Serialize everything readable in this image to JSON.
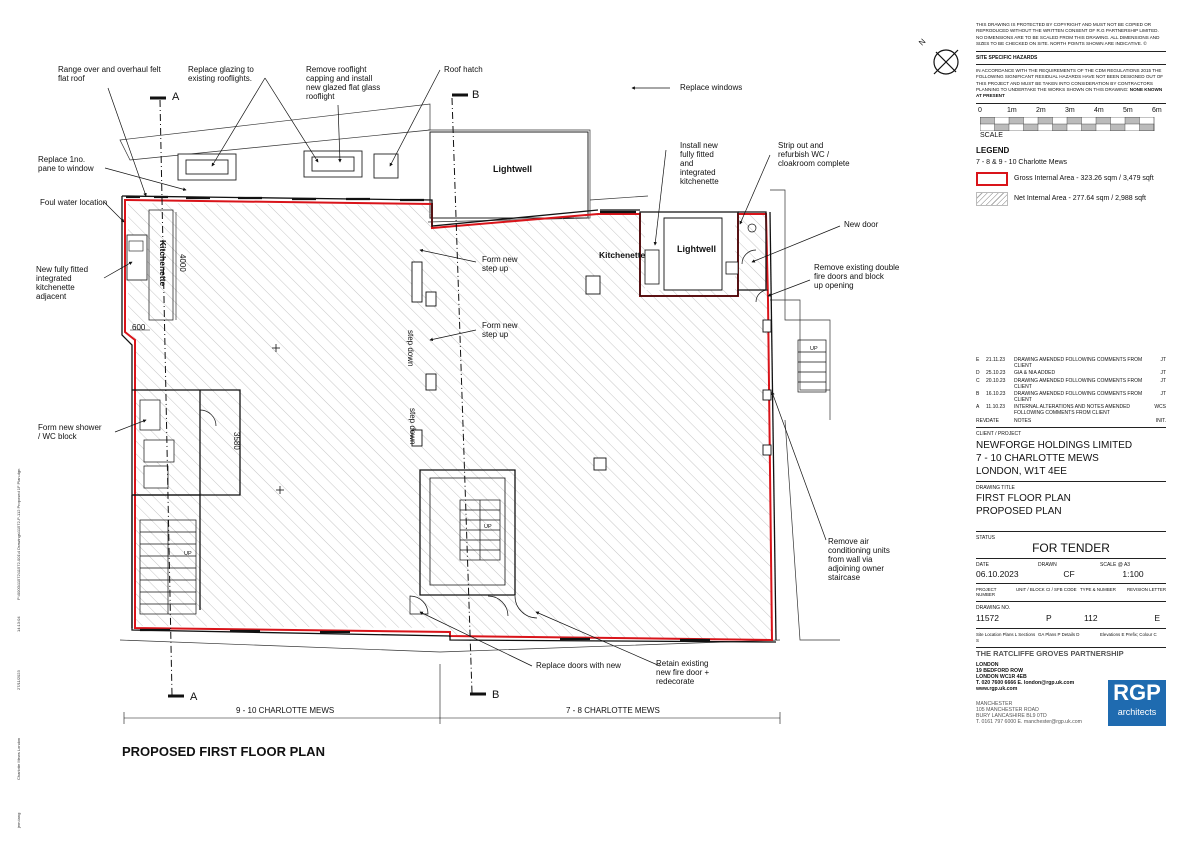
{
  "notes": {
    "range_roof": "Range over and overhaul felt flat roof",
    "replace_glazing": "Replace glazing to existing rooflights.",
    "remove_rooflight": "Remove rooflight capping and install new glazed flat glass rooflight",
    "roof_hatch": "Roof hatch",
    "replace_windows": "Replace windows",
    "replace_pane": "Replace 1no. pane to window",
    "foul_water": "Foul water location",
    "new_kitchenette_adj": "New fully fitted integrated kitchenette adjacent",
    "shower_wc": "Form new shower / WC block",
    "install_kitchenette": "Install new fully fitted and integrated kitchenette",
    "strip_wc": "Strip out and refurbish WC / cloakroom complete",
    "new_door": "New door",
    "step_up_1": "Form new step up",
    "step_up_2": "Form new step up",
    "remove_fire_doors": "Remove existing double fire doors and block up opening",
    "remove_ac": "Remove air conditioning units from wall via adjoining owner staircase",
    "replace_doors": "Replace doors with new",
    "retain_fire_door": "Retain existing new fire door + redecorate"
  },
  "labels": {
    "lightwell_1": "Lightwell",
    "lightwell_2": "Lightwell",
    "kitchenette_1": "Kitchenette",
    "kitchenette_2": "Kitchenette",
    "step_down_1": "step down",
    "step_down_2": "step down",
    "up_1": "UP",
    "up_2": "UP",
    "up_3": "UP",
    "section_a_top": "A",
    "section_b_top": "B",
    "section_a_bottom": "A",
    "section_b_bottom": "B",
    "dim_4000": "4000",
    "dim_600": "600",
    "dim_3580": "3580",
    "mews_left": "9 - 10 CHARLOTTE MEWS",
    "mews_right": "7 - 8 CHARLOTTE MEWS",
    "drawing_caption": "PROPOSED FIRST FLOOR PLAN",
    "north": "N"
  },
  "edge": {
    "date": "27/11/2023",
    "time": "14:13:04",
    "path": "P:\\0000\\11572\\11572-001\\4 Drawings\\11572-P-112 Proposed 1F Plan.dgn",
    "project": "Charlotte Mews London",
    "user": "jem.tang"
  },
  "panel": {
    "copyright": "THIS DRAWING IS PROTECTED BY COPYRIGHT AND MUST NOT BE COPIED OR REPRODUCED WITHOUT THE WRITTEN CONSENT OF R.G PARTNERSHIP LIMITED. NO DIMENSIONS ARE TO BE SCALED FROM THIS DRAWING. ALL DIMENSIONS AND SIZES TO BE CHECKED ON SITE. NORTH POINTS SHOWN ARE INDICATIVE. ©",
    "hazards_title": "SITE SPECIFIC HAZARDS",
    "hazards_text": "IN ACCORDANCE WITH THE REQUIREMENTS OF THE CDM REGULATIONS 2015 THE FOLLOWING SIGNIFICANT RESIDUAL HAZARDS HAVE NOT BEEN DESIGNED OUT OF THIS PROJECT AND MUST BE TAKEN INTO CONSIDERATION BY CONTRACTORS PLANNING TO UNDERTAKE THE WORKS SHOWN ON THIS DRAWING:",
    "hazards_none": "NONE KNOWN AT PRESENT",
    "scale_ticks": [
      "0",
      "1m",
      "2m",
      "3m",
      "4m",
      "5m",
      "6m"
    ],
    "scale_label": "SCALE",
    "legend_title": "LEGEND",
    "legend_sub": "7 - 8 & 9 - 10 Charlotte Mews",
    "legend_gia": "Gross Internal Area - 323.26 sqm / 3,479 sqft",
    "legend_nia": "Net Internal Area - 277.64 sqm / 2,988 sqft",
    "revisions": [
      {
        "rev": "E",
        "date": "21.11.23",
        "note": "DRAWING AMENDED FOLLOWING COMMENTS FROM CLIENT",
        "init": "JT"
      },
      {
        "rev": "D",
        "date": "25.10.23",
        "note": "GIA & NIA ADDED",
        "init": "JT"
      },
      {
        "rev": "C",
        "date": "20.10.23",
        "note": "DRAWING AMENDED FOLLOWING COMMENTS FROM CLIENT",
        "init": "JT"
      },
      {
        "rev": "B",
        "date": "16.10.23",
        "note": "DRAWING AMENDED FOLLOWING COMMENTS FROM CLIENT",
        "init": "JT"
      },
      {
        "rev": "A",
        "date": "11.10.23",
        "note": "INTERNAL ALTERATIONS AND NOTES AMENDED FOLLOWING COMMENTS FROM CLIENT",
        "init": "WCS"
      }
    ],
    "rev_headers": [
      "REV.",
      "DATE",
      "NOTES",
      "INIT."
    ],
    "client_title": "CLIENT / PROJECT",
    "client_1": "NEWFORGE HOLDINGS LIMITED",
    "client_2": "7 - 10 CHARLOTTE MEWS",
    "client_3": "LONDON, W1T 4EE",
    "drawing_title_label": "DRAWING TITLE",
    "drawing_title_1": "FIRST FLOOR PLAN",
    "drawing_title_2": "PROPOSED PLAN",
    "status_label": "STATUS",
    "status": "FOR TENDER",
    "date_label": "DATE",
    "date": "06.10.2023",
    "drawn_label": "DRAWN",
    "drawn": "CF",
    "scale_a3_label": "SCALE @ A3",
    "scale_a3": "1:100",
    "h_project": "PROJECT NUMBER",
    "h_unit": "UNIT / BLOCK",
    "h_code": "CI / SFB CODE",
    "h_type": "TYPE & NUMBER",
    "h_rev": "REVISION LETTER",
    "drawing_no_label": "DRAWING NO.",
    "project_number": "11572",
    "code": "P",
    "type_number": "112",
    "revision_letter": "E",
    "key_left": "Site Location Plans L  Sections S",
    "key_mid": "GA Plans P  Details D",
    "key_right": "Elevations E  Prefix; Colour C",
    "firm": "THE RATCLIFFE GROVES PARTNERSHIP",
    "london_label": "LONDON",
    "london_addr_1": "19 BEDFORD ROW",
    "london_addr_2": "LONDON WC1R 4EB",
    "london_tel": "T. 020 7600 6666 E. london@rgp.uk.com",
    "web": "www.rgp.uk.com",
    "manchester_label": "MANCHESTER",
    "manchester_addr_1": "105 MANCHESTER ROAD",
    "manchester_addr_2": "BURY LANCASHIRE BL9 0TD",
    "manchester_tel": "T. 0161 797 6000 E. manchester@rgp.uk.com",
    "logo_text": "RGP",
    "logo_sub": "architects"
  },
  "colors": {
    "gia_red": "#d9141a",
    "ink": "#111111",
    "hatch": "#9a9a9a",
    "logo_blue": "#1f6bb0"
  }
}
